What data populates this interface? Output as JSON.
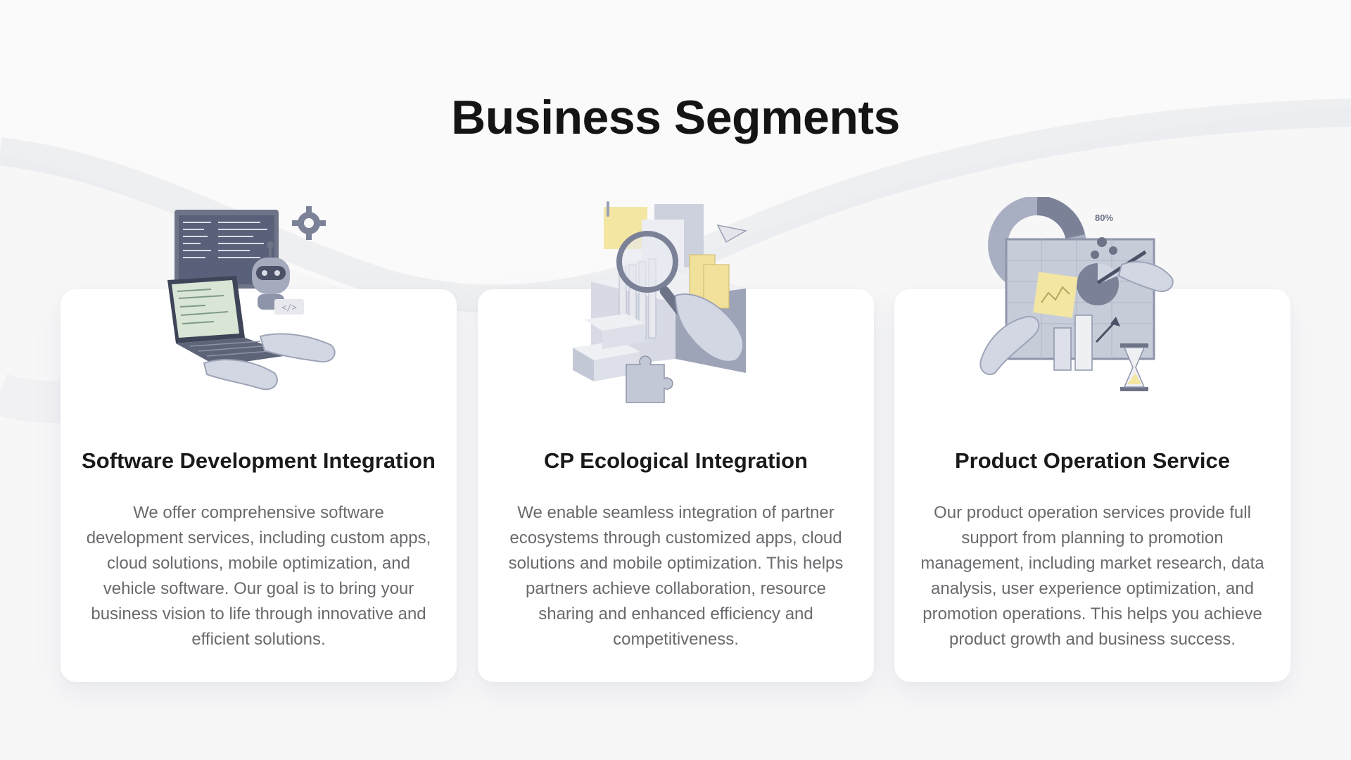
{
  "page": {
    "title": "Business Segments"
  },
  "cards": [
    {
      "title": "Software Development Integration",
      "description": "We offer comprehensive software development services, including custom apps, cloud solutions, mobile optimization, and vehicle software. Our goal is to bring your business vision to life through innovative and efficient solutions.",
      "icon": "developer-laptop-robot-icon",
      "code_tag": "</>"
    },
    {
      "title": "CP Ecological Integration",
      "description": "We enable seamless integration of partner ecosystems through customized apps, cloud solutions and mobile optimization. This helps partners achieve collaboration, resource sharing and enhanced efficiency and competitiveness.",
      "icon": "file-cabinet-magnifier-icon"
    },
    {
      "title": "Product Operation Service",
      "description": "Our product operation services provide full support from planning to promotion management, including market research, data analysis, user experience optimization, and promotion operations. This helps you achieve product growth and business success.",
      "icon": "analytics-dashboard-icon",
      "chart_label": "80%"
    }
  ],
  "colors": {
    "background": "#f7f7f8",
    "card": "#ffffff",
    "title": "#141414",
    "text": "#6a6a6e",
    "accent_yellow": "#f3e6a3",
    "accent_slate": "#8e97b3"
  }
}
